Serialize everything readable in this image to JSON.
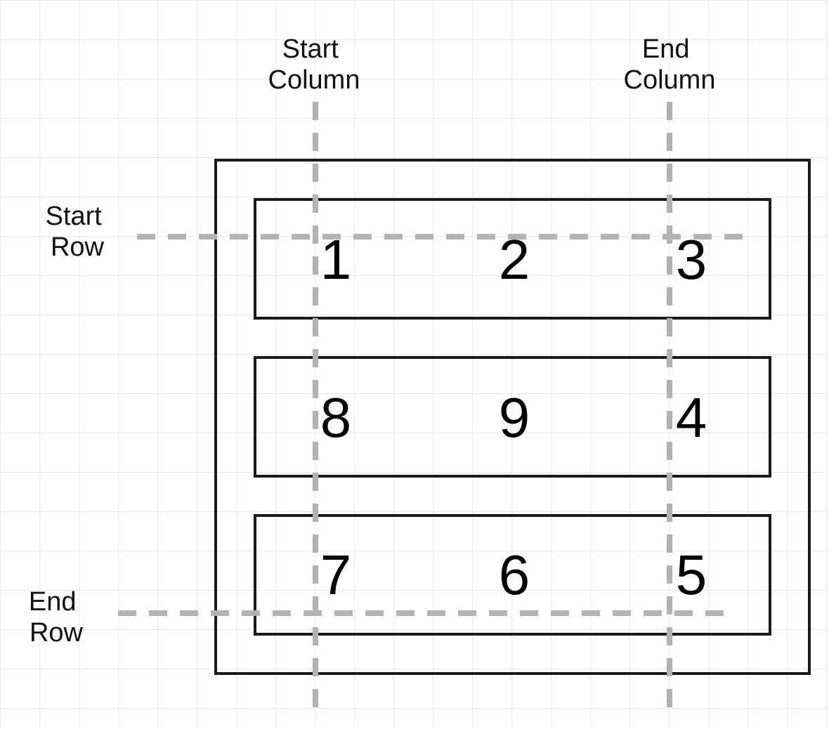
{
  "labels": {
    "start_column": [
      "Start",
      "Column"
    ],
    "end_column": [
      "End",
      "Column"
    ],
    "start_row": [
      "Start",
      "Row"
    ],
    "end_row": [
      "End",
      "Row"
    ]
  },
  "rows": [
    [
      "1",
      "2",
      "3"
    ],
    [
      "8",
      "9",
      "4"
    ],
    [
      "7",
      "6",
      "5"
    ]
  ],
  "colors": {
    "outline": "#1a1a1a",
    "guide": "#b3b3b3",
    "grid": "#eaeaea",
    "text": "#111111"
  }
}
